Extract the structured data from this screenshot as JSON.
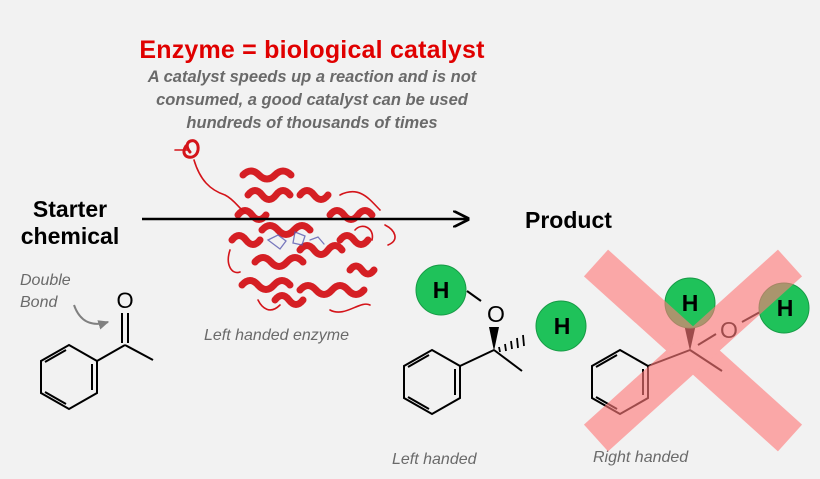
{
  "title": "Enzyme = biological catalyst",
  "subtitle_lines": [
    "A catalyst speeds up a reaction and is not",
    "consumed, a good catalyst can be used",
    "hundreds of thousands of times"
  ],
  "starter_lines": [
    "Starter",
    "chemical"
  ],
  "product": "Product",
  "double_bond_lines": [
    "Double",
    "Bond"
  ],
  "enzyme_label": "Left handed enzyme",
  "left_label": "Left handed",
  "right_label": "Right handed",
  "atoms": {
    "oxygen": "O",
    "hydrogen": "H"
  },
  "colors": {
    "title": "#e00000",
    "note_gray": "#6a6a6a",
    "hydrogen_green": "#1fc25a",
    "cross_red": "#ff7a7a",
    "protein_red": "#d4141a"
  }
}
